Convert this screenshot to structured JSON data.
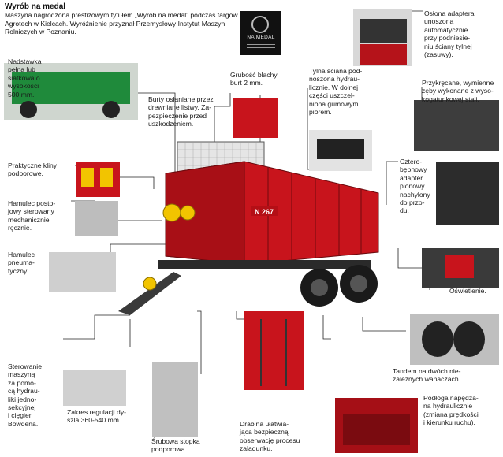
{
  "header": {
    "title": "Wyrób na medal",
    "intro": "Maszyna nagrodzona prestiżowym tytułem „Wyrób na medal” podczas targów Agrotech w Kielcach. Wyróżnienie przyznał Przemysłowy Instytut Maszyn Rolniczych w Poznaniu."
  },
  "medal": {
    "text": "NA MEDAL"
  },
  "model_badge": "N 267",
  "callouts": {
    "nadstawka": "Nadstawka\npełna lub\nsiatkowa o\nwysokości\n500 mm.",
    "burty": "Burty osłaniane przez\ndrewniane listwy. Za-\npezpieczenie przed\nuszkodzeniem.",
    "grubosc": "Grubość blachy\nburt 2 mm.",
    "tylna_sciana": "Tylna ściana pod-\nnoszona hydrau-\nlicznie. W dolnej\nczęści uszczel-\nniona gumowym\npiórem.",
    "oslona": "Osłona adaptera\nunoszona\nautomatycznie\nprzy podniesie-\nniu ściany tylnej\n(zasuwy).",
    "zeby": "Przykręcane, wymienne\nzęby wykonane z wyso-\nkogatunkowej stali.",
    "adapter": "Cztero-\nbębnowy\nadapter\npionowy\nnachylony\ndo przo-\ndu.",
    "kliny": "Praktyczne kliny\npodporowe.",
    "hamulec_postojowy": "Hamulec posto-\njowy sterowany\nmechanicznie\nręcznie.",
    "hamulec_pneumatyczny": "Hamulec\npneuma-\ntyczny.",
    "oswietlenie": "Oświetlenie.",
    "tandem": "Tandem na dwóch nie-\nzależnych wahaczach.",
    "sterowanie": "Sterowanie\nmaszyną\nza pomo-\ncą hydrau-\nliki jedno-\nsekcyjnej\ni cięgien\nBowdena.",
    "zakres": "Zakres regulacji dy-\nszla 360-540 mm.",
    "srubowa": "Śrubowa stopka\npodporowa.",
    "drabina": "Drabina ułatwia-\njąca bezpieczną\nobserwację procesu\nzaladunku.",
    "podloga": "Podłoga napędza-\nna hydraulicznie\n(zmiana prędkości\ni kierunku ruchu)."
  }
}
